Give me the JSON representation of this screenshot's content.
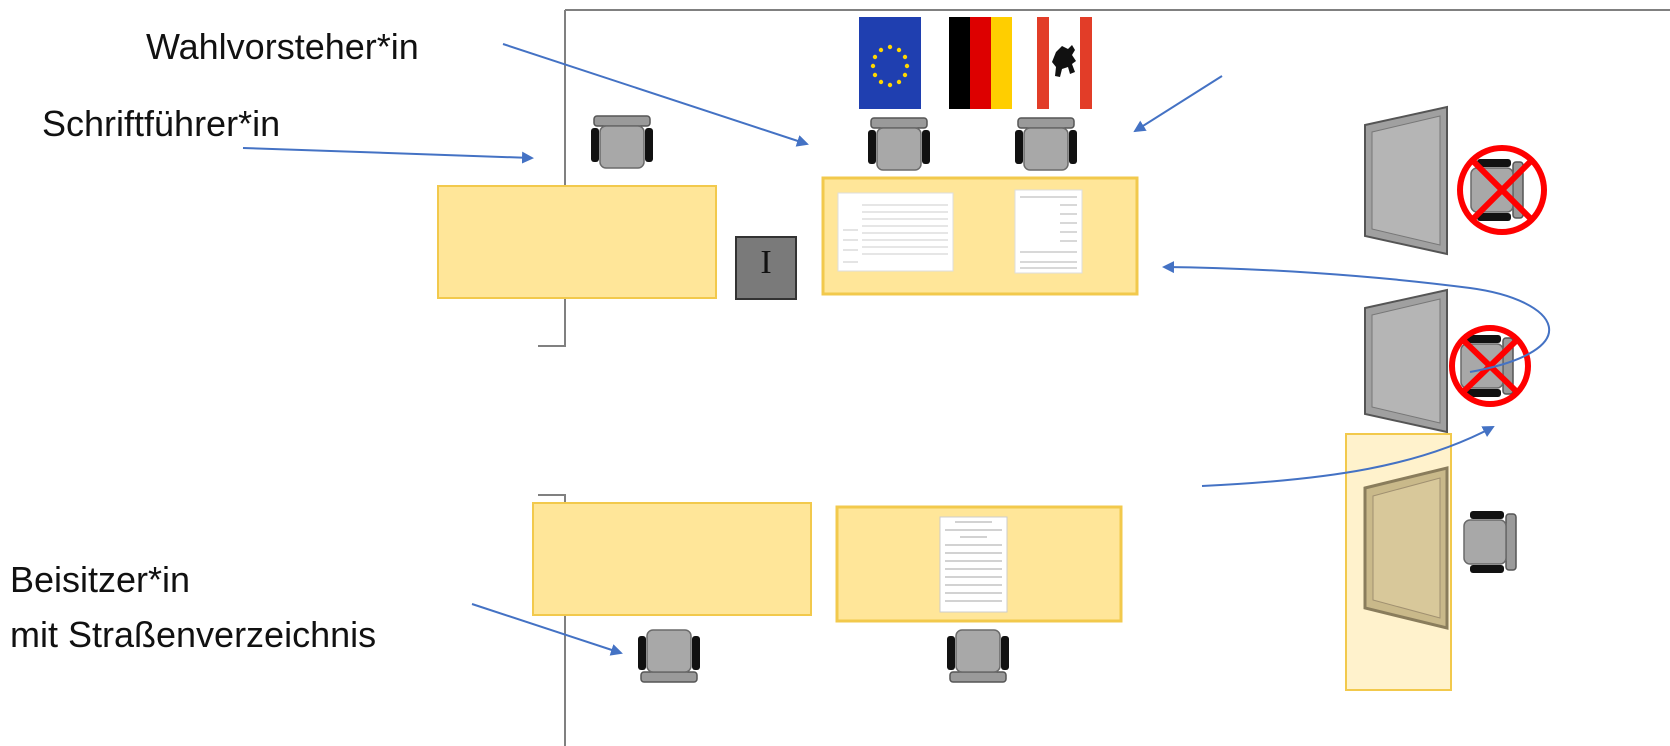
{
  "labels": {
    "wahlvorsteher": "Wahlvorsteher*in",
    "schriftfuehrer": "Schriftführer*in",
    "beisitzer_line1": "Beisitzer*in",
    "beisitzer_line2": "mit Straßenverzeichnis"
  },
  "box_sign": "I",
  "flags": [
    "eu-flag",
    "germany-flag",
    "berlin-flag"
  ],
  "colors": {
    "table": "#FFE699",
    "table_border": "#F2C94C",
    "arrow": "#4472C4",
    "wall": "#808080",
    "forbidden": "#FF0000"
  }
}
